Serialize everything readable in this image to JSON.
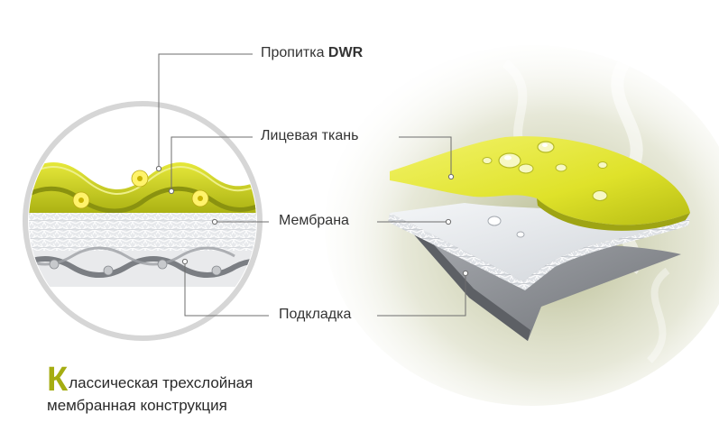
{
  "labels": {
    "dwr_prefix": "Пропитка ",
    "dwr_bold": "DWR",
    "face_fabric": "Лицевая ткань",
    "membrane": "Мембрана",
    "lining": "Подкладка"
  },
  "caption": {
    "initial": "К",
    "line1_rest": "лассическая трехслойная",
    "line2": "мембранная конструкция"
  },
  "colors": {
    "accent_yellow": "#d9de1c",
    "dark_olive": "#8f9a12",
    "membrane_white": "#e9ecef",
    "lining_gray": "#8a8d92",
    "leader_line": "#6d6d6d",
    "text": "#333333"
  }
}
